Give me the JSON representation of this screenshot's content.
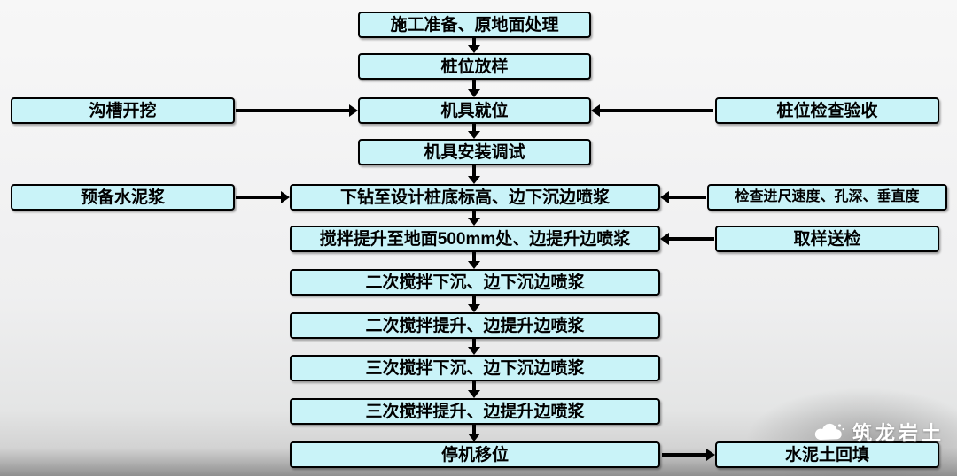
{
  "colors": {
    "box_fill": "#c9f3f8",
    "box_border": "#000000",
    "arrow": "#000000",
    "watermark_text": "#ffffff"
  },
  "nodes": {
    "prep": "施工准备、原地面处理",
    "stakeout": "桩位放样",
    "trench": "沟槽开挖",
    "rig_in_place": "机具就位",
    "pile_check": "桩位检查验收",
    "rig_install": "机具安装调试",
    "cement_slurry": "预备水泥浆",
    "drill_down": "下钻至设计桩底标高、边下沉边喷浆",
    "check_rate": "检查进尺速度、孔深、垂直度",
    "lift_500": "搅拌提升至地面500mm处、边提升边喷浆",
    "sampling": "取样送检",
    "second_sink": "二次搅拌下沉、边下沉边喷浆",
    "second_lift": "二次搅拌提升、边提升边喷浆",
    "third_sink": "三次搅拌下沉、边下沉边喷浆",
    "third_lift": "三次搅拌提升、边提升边喷浆",
    "stop_shift": "停机移位",
    "backfill": "水泥土回填"
  },
  "watermark": {
    "brand": "筑龙岩土"
  }
}
